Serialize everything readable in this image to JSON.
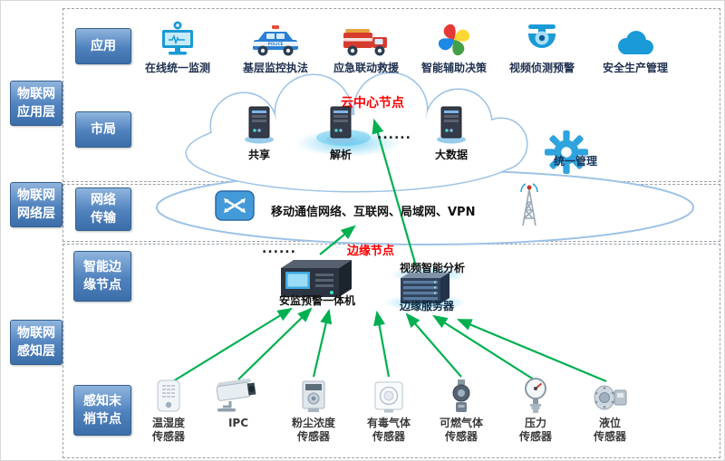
{
  "outer_layers": [
    {
      "label": "物联网\n应用层"
    },
    {
      "label": "物联网\n网络层"
    },
    {
      "label": "物联网\n感知层"
    }
  ],
  "rows": {
    "app": "应用",
    "bureau": "市局",
    "network": "网络\n传输",
    "edge": "智能边\n缘节点",
    "sense": "感知末\n梢节点"
  },
  "applications": [
    {
      "label": "在线统一监测"
    },
    {
      "label": "基层监控执法",
      "icon_text": "POLICE"
    },
    {
      "label": "应急联动救援"
    },
    {
      "label": "智能辅助决策"
    },
    {
      "label": "视频侦测预警"
    },
    {
      "label": "安全生产管理"
    }
  ],
  "cloud": {
    "title": "云中心节点",
    "nodes": [
      {
        "label": "共享"
      },
      {
        "label": "解析"
      },
      {
        "label": "大数据"
      }
    ],
    "dots": "......",
    "management_label": "统一管理"
  },
  "network": {
    "text": "移动通信网络、互联网、局域网、VPN"
  },
  "edge": {
    "title": "边缘节点",
    "dots": "......",
    "machine_label": "安监预警一体机",
    "analysis_label": "视频智能分析",
    "server_label": "边缘服务器"
  },
  "sensors": [
    {
      "label": "温湿度\n传感器"
    },
    {
      "label": "IPC"
    },
    {
      "label": "粉尘浓度\n传感器"
    },
    {
      "label": "有毒气体\n传感器"
    },
    {
      "label": "可燃气体\n传感器"
    },
    {
      "label": "压力\n传感器"
    },
    {
      "label": "液位\n传感器"
    }
  ],
  "colors": {
    "accent_blue": "#4f81bd",
    "icon_blue": "#1a9ad6",
    "arrow_green": "#00b050",
    "node_red": "#ff0000",
    "cloud_stroke": "#9dc3e6"
  }
}
